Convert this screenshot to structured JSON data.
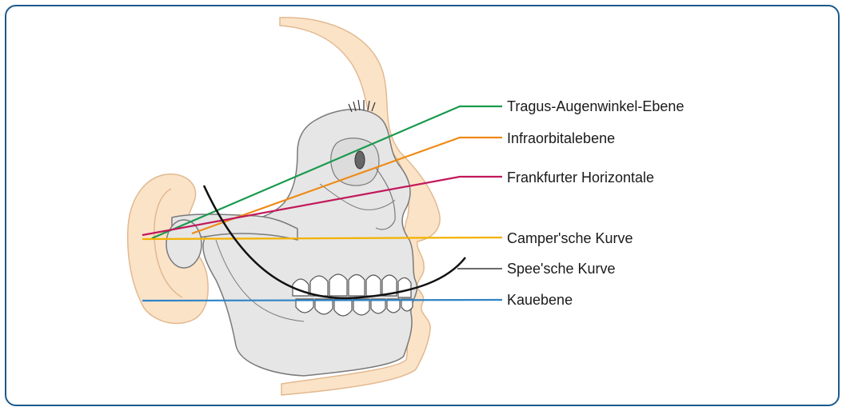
{
  "colors": {
    "frame": "#1b5a8c",
    "skin": "#fbe3c8",
    "skin_outline": "#e2b98f",
    "bone": "#e6e6e6",
    "bone_outline": "#7a7a7a",
    "tragus_augenwinkel": "#1a9a4e",
    "infraorbital": "#ef8a15",
    "frankfurt": "#c2185b",
    "camper": "#f3b100",
    "spee": "#111111",
    "kau": "#2f83c5"
  },
  "labels": {
    "tragus_augenwinkel": "Tragus-Augenwinkel-Ebene",
    "infraorbital": "Infraorbitalebene",
    "frankfurt": "Frankfurter Horizontale",
    "camper": "Camper'sche Kurve",
    "spee": "Spee'sche Kurve",
    "kau": "Kauebene"
  }
}
